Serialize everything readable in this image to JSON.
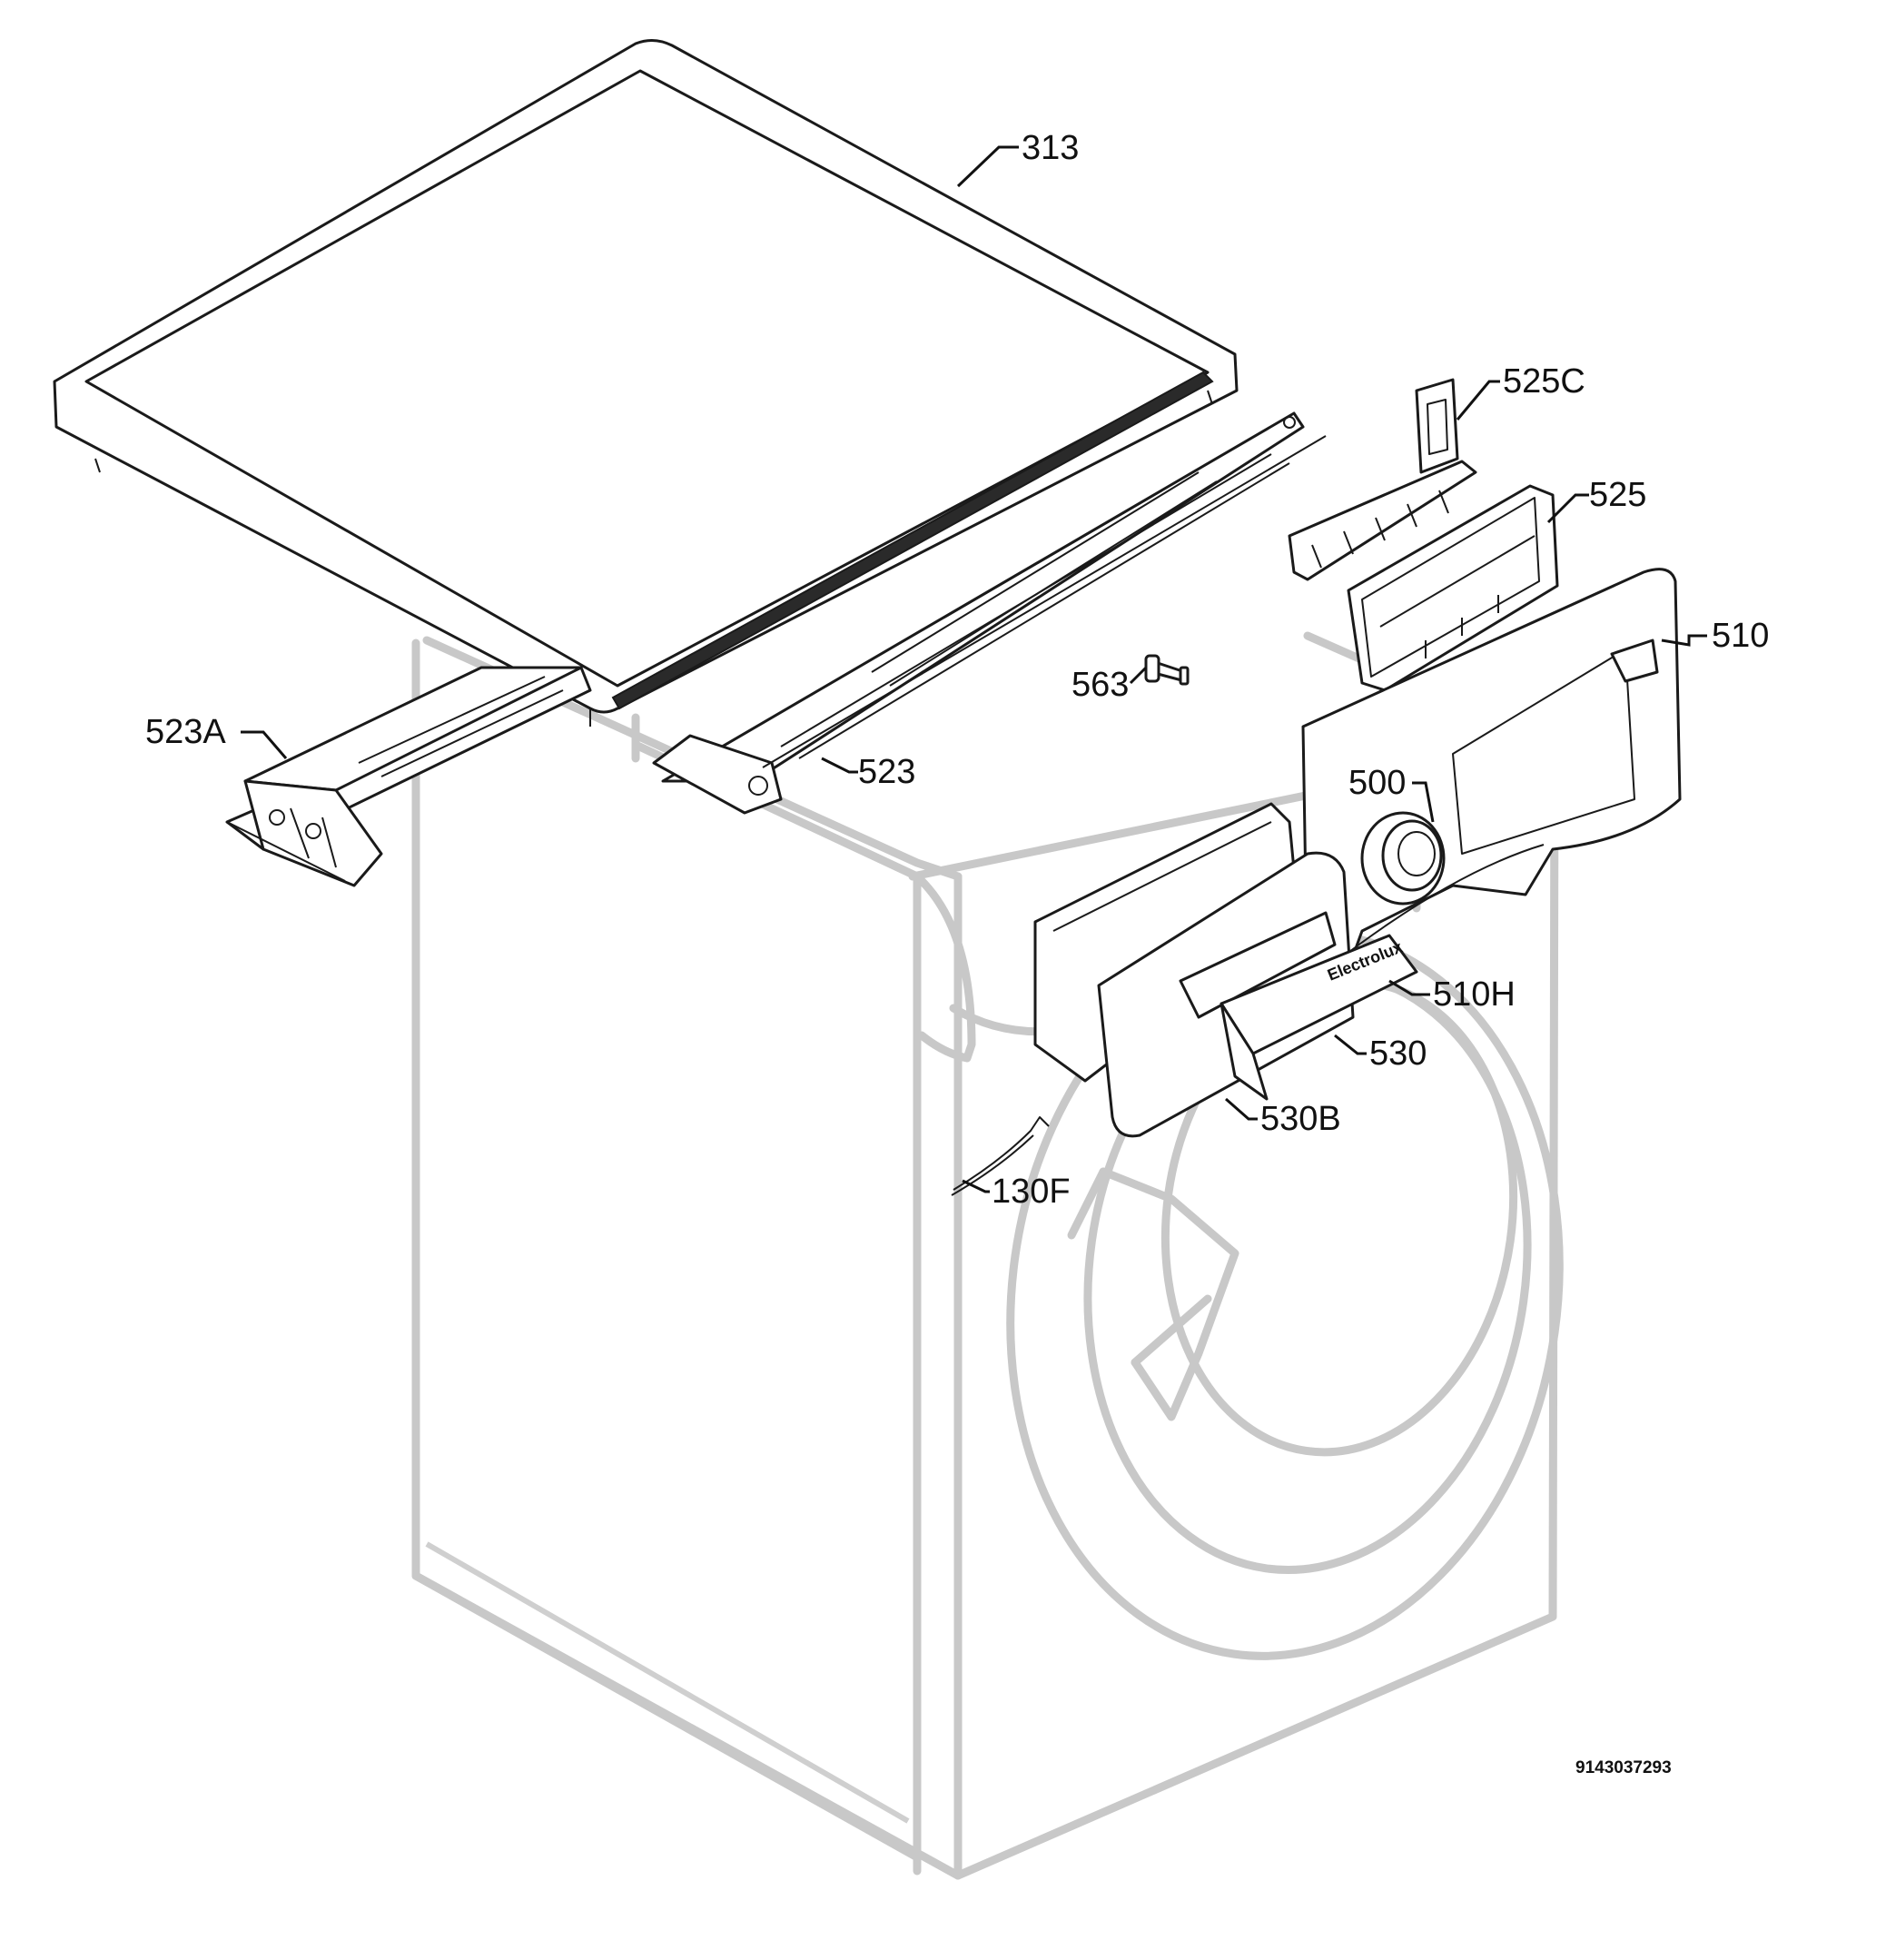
{
  "callouts": [
    {
      "id": "313",
      "label": "313"
    },
    {
      "id": "525C",
      "label": "525C"
    },
    {
      "id": "525",
      "label": "525"
    },
    {
      "id": "510",
      "label": "510"
    },
    {
      "id": "563",
      "label": "563"
    },
    {
      "id": "523A",
      "label": "523A"
    },
    {
      "id": "523",
      "label": "523"
    },
    {
      "id": "500",
      "label": "500"
    },
    {
      "id": "510H",
      "label": "510H"
    },
    {
      "id": "530",
      "label": "530"
    },
    {
      "id": "530B",
      "label": "530B"
    },
    {
      "id": "130F",
      "label": "130F"
    }
  ],
  "document_number": "9143037293",
  "brand_mark": "Electrolux"
}
